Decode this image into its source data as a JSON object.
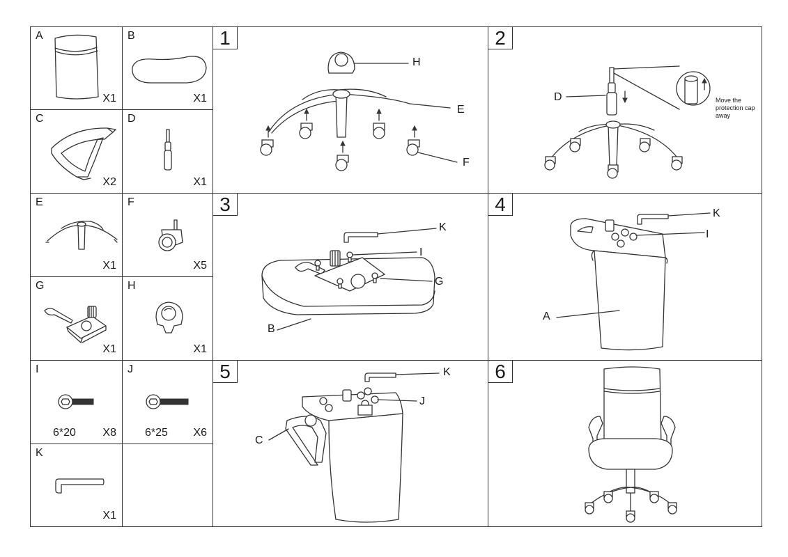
{
  "parts": {
    "a": {
      "letter": "A",
      "qty": "X1"
    },
    "b": {
      "letter": "B",
      "qty": "X1"
    },
    "c": {
      "letter": "C",
      "qty": "X2"
    },
    "d": {
      "letter": "D",
      "qty": "X1"
    },
    "e": {
      "letter": "E",
      "qty": "X1"
    },
    "f": {
      "letter": "F",
      "qty": "X5"
    },
    "g": {
      "letter": "G",
      "qty": "X1"
    },
    "h": {
      "letter": "H",
      "qty": "X1"
    },
    "i": {
      "letter": "I",
      "size": "6*20",
      "qty": "X8"
    },
    "j": {
      "letter": "J",
      "size": "6*25",
      "qty": "X6"
    },
    "k": {
      "letter": "K",
      "qty": "X1"
    }
  },
  "steps": {
    "s1": {
      "number": "1",
      "callouts": {
        "h": "H",
        "e": "E",
        "f": "F"
      }
    },
    "s2": {
      "number": "2",
      "callouts": {
        "d": "D"
      },
      "note": "Move the protection cap away"
    },
    "s3": {
      "number": "3",
      "callouts": {
        "k": "K",
        "i": "I",
        "g": "G",
        "b": "B"
      }
    },
    "s4": {
      "number": "4",
      "callouts": {
        "k": "K",
        "i": "I",
        "a": "A"
      }
    },
    "s5": {
      "number": "5",
      "callouts": {
        "k": "K",
        "j": "J",
        "c": "C"
      }
    },
    "s6": {
      "number": "6"
    }
  }
}
